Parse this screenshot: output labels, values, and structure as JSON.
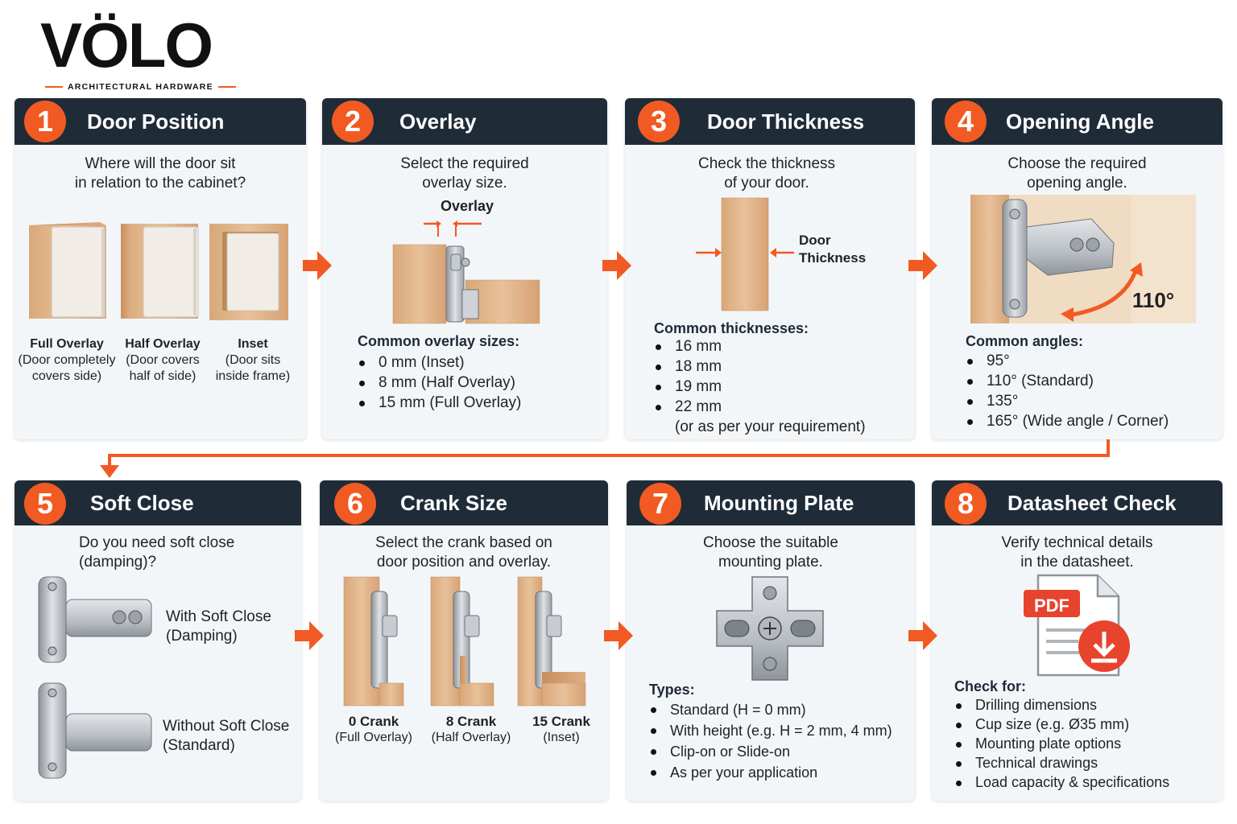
{
  "brand": {
    "name": "VÖLO",
    "tagline": "ARCHITECTURAL HARDWARE",
    "accent": "#f15a22",
    "header_bg": "#1f2c38"
  },
  "steps": [
    {
      "number": "1",
      "title": "Door Position",
      "subtitle": [
        "Where will the door sit",
        "in relation to the cabinet?"
      ],
      "options": [
        {
          "name": "Full Overlay",
          "desc": [
            "(Door completely",
            "covers side)"
          ]
        },
        {
          "name": "Half Overlay",
          "desc": [
            "(Door covers",
            "half of side)"
          ]
        },
        {
          "name": "Inset",
          "desc": [
            "(Door sits",
            "inside frame)"
          ]
        }
      ]
    },
    {
      "number": "2",
      "title": "Overlay",
      "subtitle": [
        "Select the required",
        "overlay size."
      ],
      "diagram_label": "Overlay",
      "list_heading": "Common overlay sizes:",
      "items": [
        "0 mm (Inset)",
        "8 mm (Half Overlay)",
        "15 mm (Full Overlay)"
      ]
    },
    {
      "number": "3",
      "title": "Door Thickness",
      "subtitle": [
        "Check the thickness",
        "of your door."
      ],
      "diagram_label": [
        "Door",
        "Thickness"
      ],
      "list_heading": "Common thicknesses:",
      "items": [
        "16 mm",
        "18 mm",
        "19 mm",
        "22 mm"
      ],
      "note": "(or as per your requirement)"
    },
    {
      "number": "4",
      "title": "Opening Angle",
      "subtitle": [
        "Choose the required",
        "opening angle."
      ],
      "diagram_label": "110°",
      "list_heading": "Common angles:",
      "items": [
        "95°",
        "110° (Standard)",
        "135°",
        "165° (Wide angle / Corner)"
      ]
    },
    {
      "number": "5",
      "title": "Soft Close",
      "subtitle": [
        "Do you need soft close",
        "(damping)?"
      ],
      "options": [
        {
          "name": "With Soft Close",
          "desc": "(Damping)"
        },
        {
          "name": "Without Soft Close",
          "desc": "(Standard)"
        }
      ]
    },
    {
      "number": "6",
      "title": "Crank Size",
      "subtitle": [
        "Select the crank based on",
        "door position and overlay."
      ],
      "options": [
        {
          "name": "0 Crank",
          "desc": "(Full Overlay)"
        },
        {
          "name": "8 Crank",
          "desc": "(Half Overlay)"
        },
        {
          "name": "15 Crank",
          "desc": "(Inset)"
        }
      ]
    },
    {
      "number": "7",
      "title": "Mounting Plate",
      "subtitle": [
        "Choose the suitable",
        "mounting plate."
      ],
      "list_heading": "Types:",
      "items": [
        "Standard (H = 0 mm)",
        "With height (e.g. H = 2 mm, 4 mm)",
        "Clip-on or Slide-on",
        "As per your application"
      ]
    },
    {
      "number": "8",
      "title": "Datasheet Check",
      "subtitle": [
        "Verify technical details",
        "in the datasheet."
      ],
      "pdf_label": "PDF",
      "list_heading": "Check for:",
      "items": [
        "Drilling dimensions",
        "Cup size (e.g. Ø35 mm)",
        "Mounting plate options",
        "Technical drawings",
        "Load capacity & specifications"
      ]
    }
  ]
}
